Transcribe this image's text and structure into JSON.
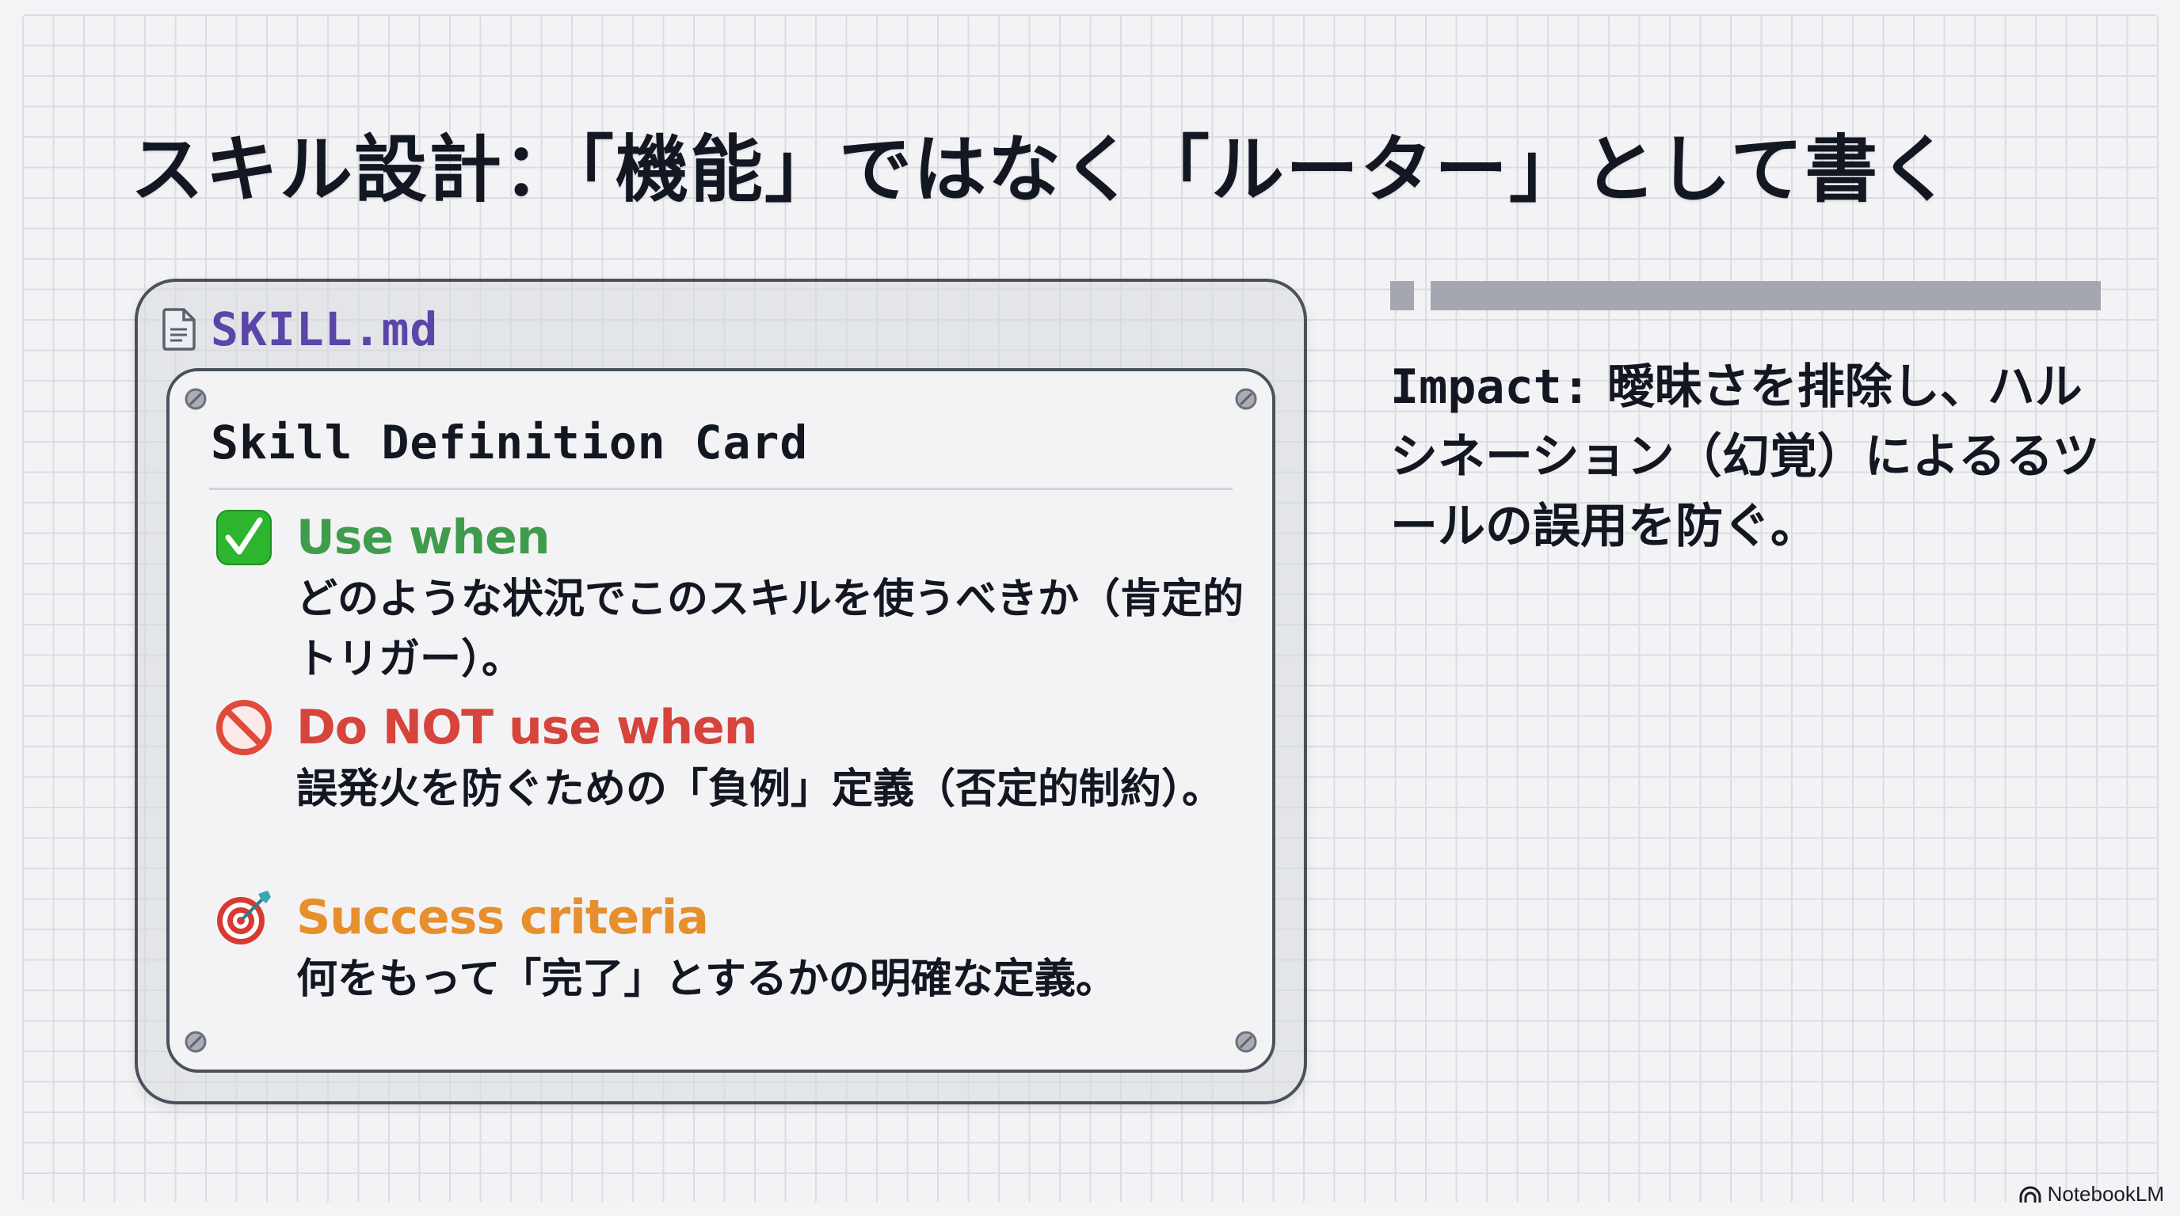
{
  "slide": {
    "title": "スキル設計：「機能」ではなく「ルーター」として書く"
  },
  "file_card": {
    "icon": "document-icon",
    "file_name": "SKILL.md",
    "card_title": "Skill Definition Card",
    "sections": [
      {
        "icon": "check-mark-button-icon",
        "label": "Use when",
        "description": "どのような状況でこのスキルを使うべきか（肯定的トリガー）。",
        "color": "#3f9c4c"
      },
      {
        "icon": "prohibited-icon",
        "label": "Do NOT use when",
        "description": "誤発火を防ぐための「負例」定義（否定的制約）。",
        "color": "#d6443b"
      },
      {
        "icon": "bullseye-target-icon",
        "label": "Success criteria",
        "description": "何をもって「完了」とするかの明確な定義。",
        "color": "#e68f2c"
      }
    ]
  },
  "impact": {
    "key": "Impact:",
    "text": " 曖昧さを排除し、ハルシネーション（幻覚）によるるツールの誤用を防ぐ。"
  },
  "branding": {
    "label": "NotebookLM",
    "icon": "notebooklm-logo-icon"
  },
  "colors": {
    "file_name": "#5b45a8",
    "card_border": "#4a515d",
    "right_bar": "#a4a7b0",
    "text": "#121722"
  }
}
